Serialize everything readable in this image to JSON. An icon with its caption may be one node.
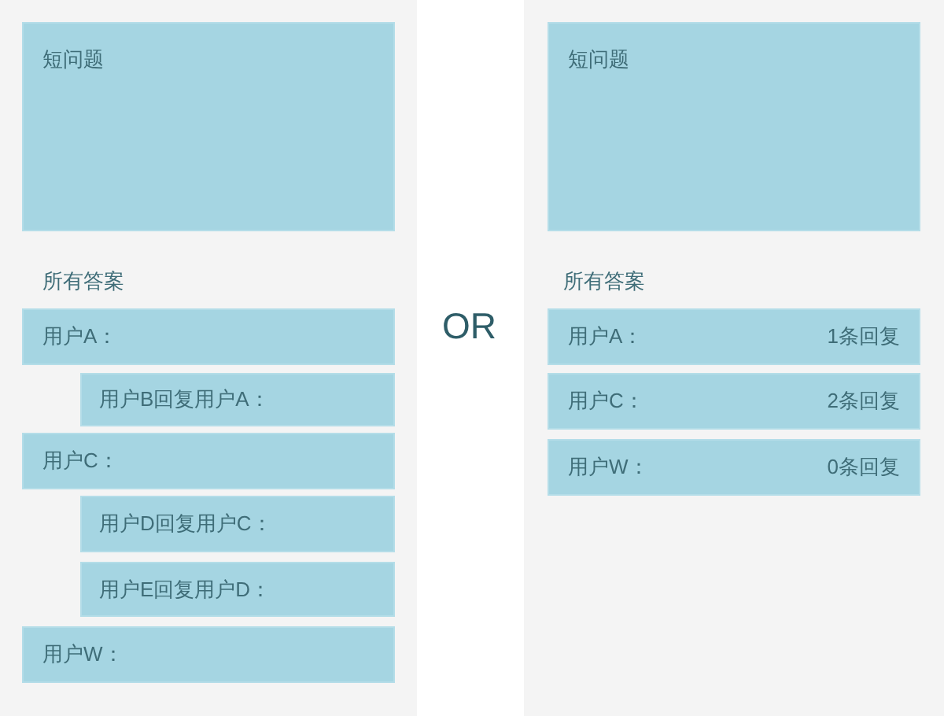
{
  "diagram": {
    "nodes": [
      {
        "text": [],
        "shape": "box"
      },
      {
        "text": [
          "短问题"
        ],
        "in": 0
      },
      {
        "text": [
          "用户A："
        ],
        "in": 0
      },
      {
        "text": [
          "用户B回复用户A："
        ],
        "in": 0
      },
      {
        "text": [
          "用户C："
        ],
        "in": 0
      },
      {
        "text": [
          "用户D回复用户C："
        ],
        "in": 0
      },
      {
        "text": [
          "用户E回复用户D："
        ],
        "in": 0
      },
      {
        "text": [
          "用户W："
        ],
        "in": 0
      },
      {
        "text": [],
        "shape": "box"
      },
      {
        "text": [
          "短问题"
        ],
        "in": 8
      },
      {
        "text": [
          "用户A：",
          "1条回复"
        ],
        "in": 8
      },
      {
        "text": [
          "用户C：",
          "2条回复"
        ],
        "in": 8
      },
      {
        "text": [
          "用户W：",
          "0条回复"
        ],
        "in": 8
      }
    ],
    "labels": [
      "所有答案",
      "OR",
      "所有答案"
    ]
  }
}
